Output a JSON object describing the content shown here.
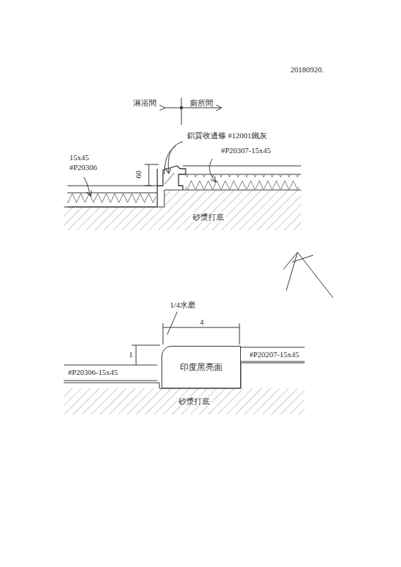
{
  "diagram": {
    "nodes": [
      {
        "text": [
          "印度黑亮面"
        ]
      }
    ],
    "labels": [
      "20180920.",
      "淋浴間",
      "廁所間",
      "鋁質收邊條 #12001鐵灰",
      "15x45",
      "#P20306",
      "#P20307-15x45",
      "60",
      "砂漿打底",
      "1/4水磨",
      "4",
      "1",
      "#P20306-15x45",
      "#P20207-15x45",
      "砂漿打底"
    ]
  }
}
